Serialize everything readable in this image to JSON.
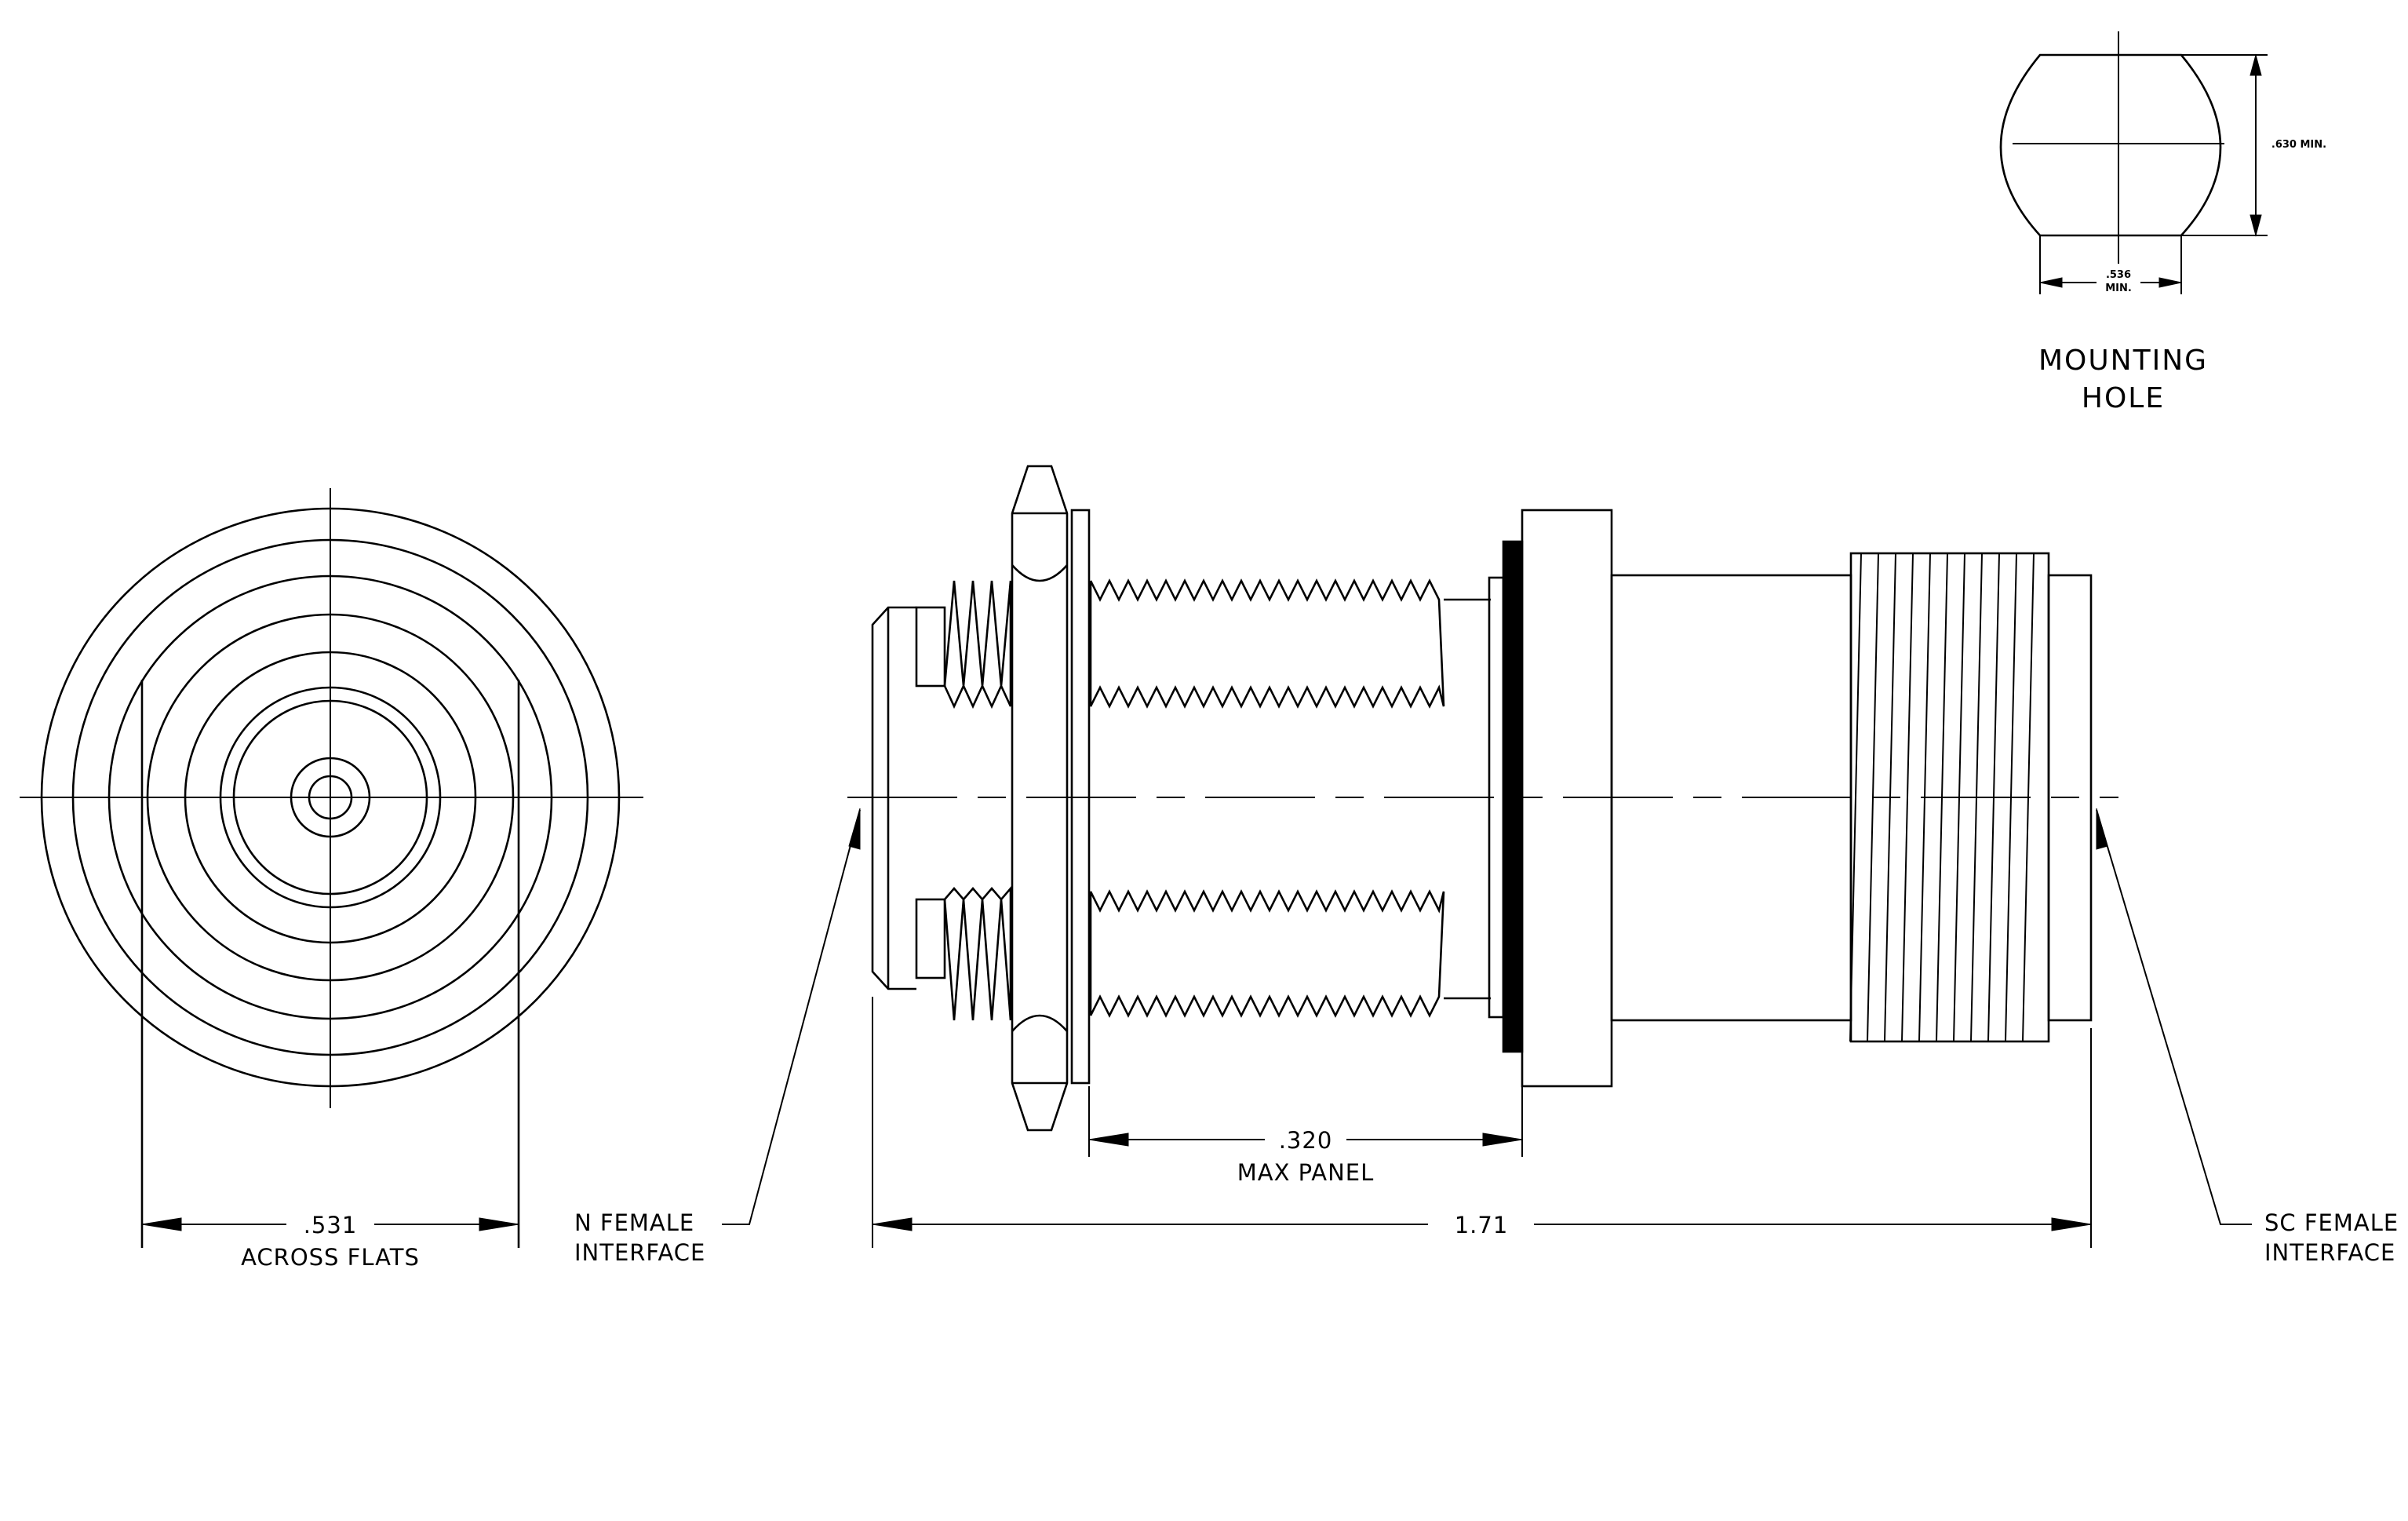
{
  "mounting_hole": {
    "title_line1": "MOUNTING",
    "title_line2": "HOLE",
    "height_dim": ".630 MIN.",
    "width_dim_line1": ".536",
    "width_dim_line2": "MIN."
  },
  "front_view": {
    "dim_value": ".531",
    "dim_caption": "ACROSS FLATS"
  },
  "side_view": {
    "panel_dim_value": ".320",
    "panel_dim_caption": "MAX PANEL",
    "overall_length": "1.71",
    "left_callout_line1": "N FEMALE",
    "left_callout_line2": "INTERFACE",
    "right_callout_line1": "SC FEMALE",
    "right_callout_line2": "INTERFACE"
  },
  "colors": {
    "ink": "#000000",
    "paper": "#ffffff"
  }
}
